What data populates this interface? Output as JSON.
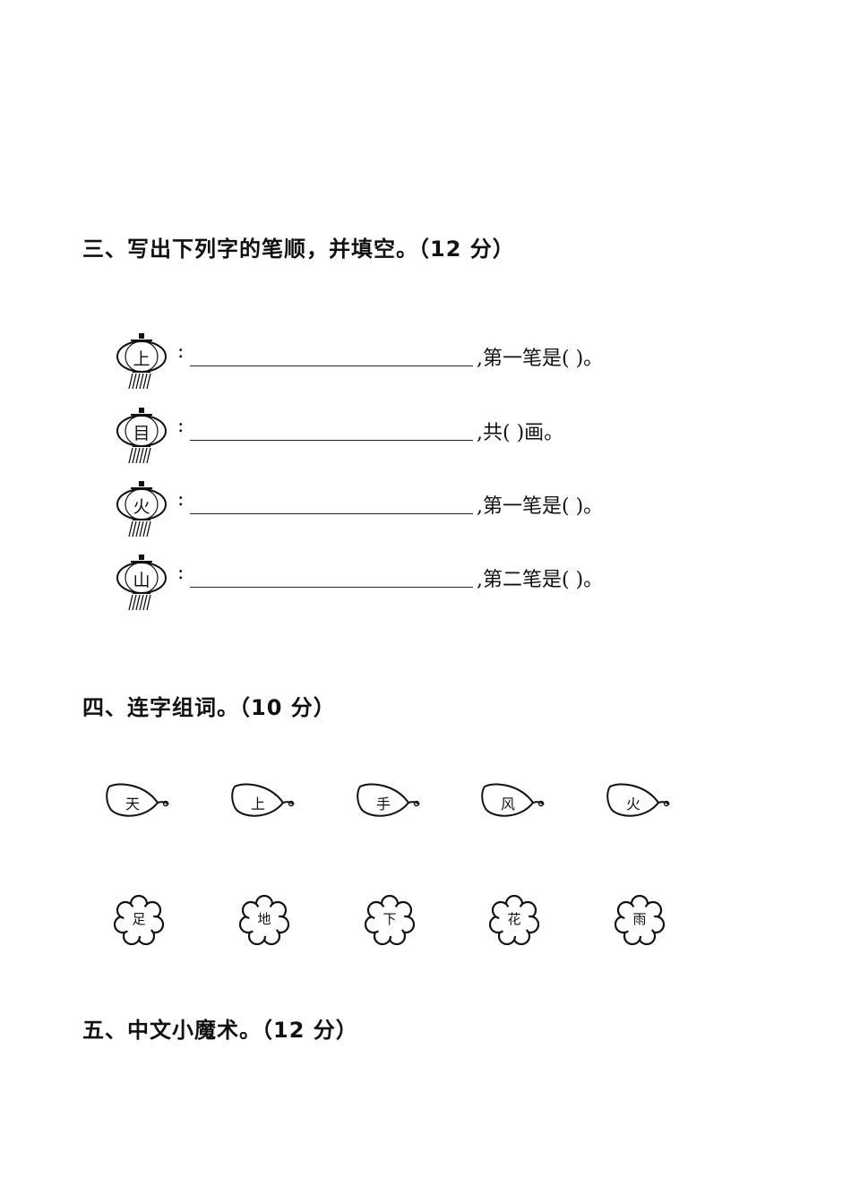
{
  "sections": {
    "three": {
      "title": "三、写出下列字的笔顺，并填空。（12 分）"
    },
    "four": {
      "title": "四、连字组词。（10 分）"
    },
    "five": {
      "title": "五、中文小魔术。（12 分）"
    }
  },
  "stroke_rows": [
    {
      "char": "上",
      "colon": ":",
      "suffix": ",第一笔是(        )。"
    },
    {
      "char": "目",
      "colon": ":",
      "suffix": ",共(        )画。"
    },
    {
      "char": "火",
      "colon": ":",
      "suffix": ",第一笔是(        )。"
    },
    {
      "char": "山",
      "colon": ":",
      "suffix": ",第二笔是(        )。"
    }
  ],
  "leaves": [
    "天",
    "上",
    "手",
    "风",
    "火"
  ],
  "flowers": [
    "足",
    "地",
    "下",
    "花",
    "雨"
  ]
}
